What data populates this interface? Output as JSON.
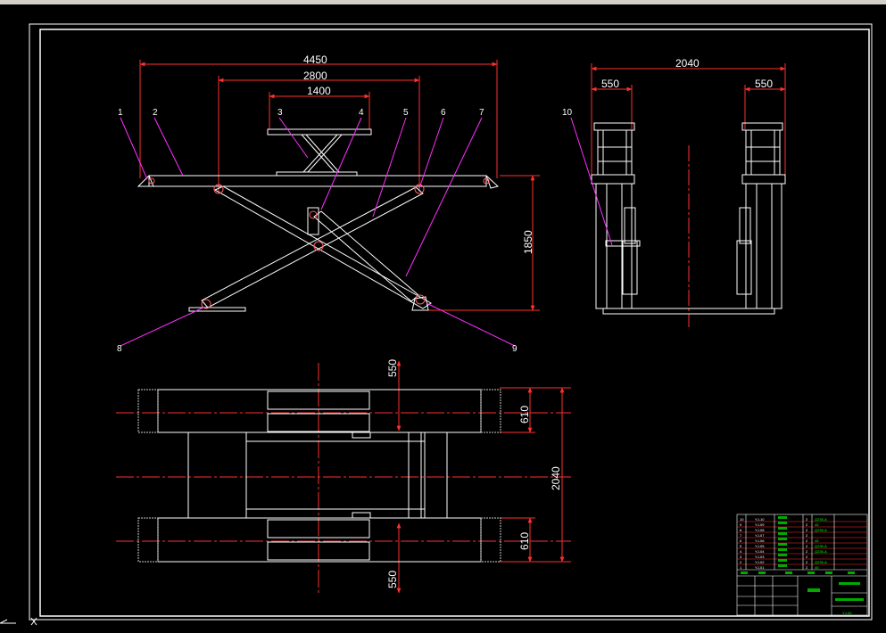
{
  "drawing": {
    "colors": {
      "background": "#000000",
      "outline": "#ffffff",
      "dimension": "#ff3030",
      "leader": "#ff30ff",
      "title_text": "#00ff00"
    },
    "side_view": {
      "dims": {
        "overall": "4450",
        "middle": "2800",
        "inner": "1400",
        "height": "1850"
      },
      "part_labels": [
        "1",
        "2",
        "3",
        "4",
        "5",
        "6",
        "7",
        "8",
        "9"
      ]
    },
    "end_view": {
      "dims": {
        "width": "2040",
        "left": "550",
        "right": "550"
      },
      "part_labels": [
        "10"
      ]
    },
    "plan_view": {
      "dims": {
        "upper_span": "550",
        "upper_width": "610",
        "total": "2040",
        "lower_width": "610",
        "lower_span": "550"
      }
    },
    "title_block": {
      "rows": [
        {
          "n": "10",
          "code": "YJ-10",
          "qty": "2",
          "mat": "Q235-A"
        },
        {
          "n": "9",
          "code": "YJ-09",
          "qty": "2",
          "mat": "45"
        },
        {
          "n": "8",
          "code": "YJ-08",
          "qty": "2",
          "mat": "Q235-A"
        },
        {
          "n": "7",
          "code": "YJ-07",
          "qty": "2",
          "mat": ""
        },
        {
          "n": "6",
          "code": "YJ-06",
          "qty": "2",
          "mat": "45"
        },
        {
          "n": "5",
          "code": "YJ-05",
          "qty": "2",
          "mat": "Q235-A"
        },
        {
          "n": "4",
          "code": "YJ-04",
          "qty": "2",
          "mat": "Q235-A"
        },
        {
          "n": "3",
          "code": "YJ-03",
          "qty": "2",
          "mat": ""
        },
        {
          "n": "2",
          "code": "YJ-02",
          "qty": "2",
          "mat": "Q235-A"
        },
        {
          "n": "1",
          "code": "YJ-01",
          "qty": "2",
          "mat": "45"
        }
      ],
      "drawing_no": "YJ-00"
    }
  }
}
